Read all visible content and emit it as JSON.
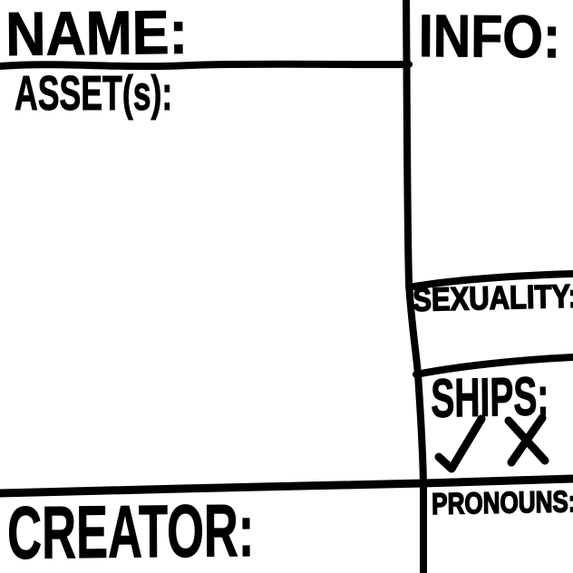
{
  "template": {
    "title": "character-reference-template",
    "background_color": "#ffffff",
    "ink_color": "#000000",
    "fields": {
      "name": {
        "label": "NAME:",
        "value": ""
      },
      "info": {
        "label": "INFO:",
        "value": ""
      },
      "assets": {
        "label": "ASSET(s):",
        "value": ""
      },
      "sexuality": {
        "label": "SEXUALITY:",
        "value": ""
      },
      "ships": {
        "label": "SHIPS:",
        "value": "",
        "check_icon": "✓",
        "x_icon": "✕"
      },
      "pronouns": {
        "label": "PRONOUNS:",
        "value": ""
      },
      "creator": {
        "label": "CREATOR:",
        "value": ""
      }
    }
  }
}
